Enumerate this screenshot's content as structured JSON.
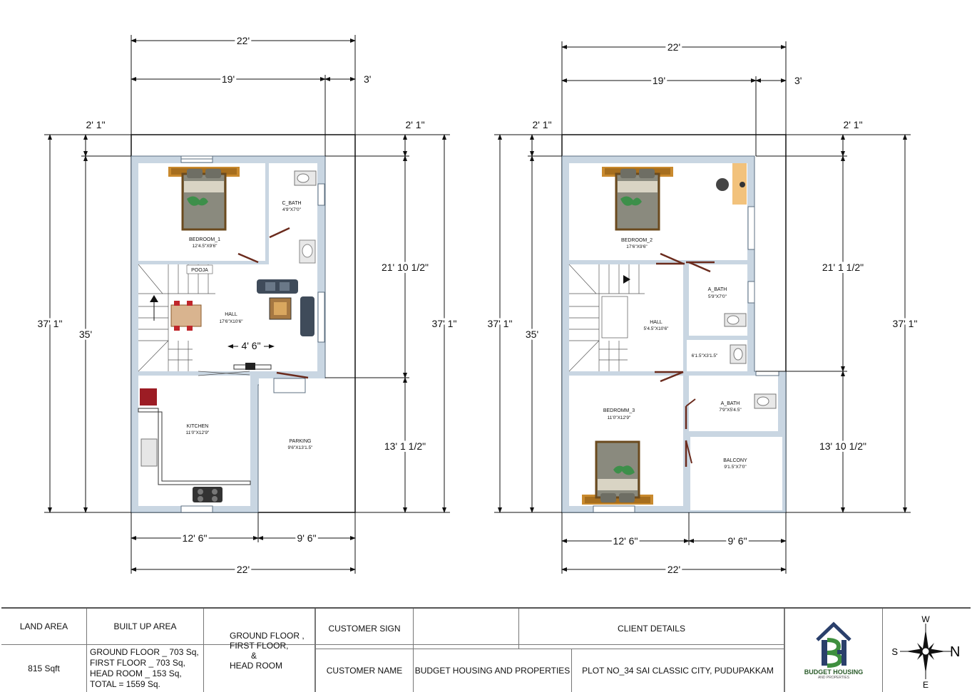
{
  "plans": [
    {
      "key": "ground",
      "dims": {
        "top_total": "22'",
        "top_left": "19'",
        "top_right": "3'",
        "left_upper": "2' 1\"",
        "right_upper": "2' 1\"",
        "left_outer": "37' 1\"",
        "left_inner": "35'",
        "right_outer": "37' 1\"",
        "right_mid1": "21' 10 1/2\"",
        "right_mid2": "13' 1 1/2\"",
        "bottom_left": "12' 6\"",
        "bottom_right": "9' 6\"",
        "bottom_total": "22'",
        "inner_opening": "4' 6\""
      },
      "rooms": [
        {
          "name": "BEDROOM_1",
          "size": "12'4.5\"X9'6\""
        },
        {
          "name": "C_BATH",
          "size": "4'9\"X7'0\""
        },
        {
          "name": "POOJA",
          "size": ""
        },
        {
          "name": "HALL",
          "size": "17'6\"X10'6\""
        },
        {
          "name": "KITCHEN",
          "size": "11'0\"X12'9\""
        },
        {
          "name": "PARKING",
          "size": "9'6\"X13'1.5\""
        }
      ]
    },
    {
      "key": "first",
      "dims": {
        "top_total": "22'",
        "top_left": "19'",
        "top_right": "3'",
        "left_upper": "2' 1\"",
        "right_upper": "2' 1\"",
        "left_outer": "37' 1\"",
        "left_inner": "35'",
        "right_outer": "37' 1\"",
        "right_mid1": "21' 1 1/2\"",
        "right_mid2": "13' 10 1/2\"",
        "bottom_left": "12' 6\"",
        "bottom_right": "9' 6\"",
        "bottom_total": "22'"
      },
      "rooms": [
        {
          "name": "BEDROOM_2",
          "size": "17'6\"X9'6\""
        },
        {
          "name": "A_BATH",
          "size": "5'9\"X7'0\""
        },
        {
          "name": "HALL",
          "size": "5'4.5\"X10'6\""
        },
        {
          "name": "",
          "size": "6'1.5\"X3'1.5\""
        },
        {
          "name": "BEDROMM_3",
          "size": "11'0\"X12'9\""
        },
        {
          "name": "A_BATH",
          "size": "7'9\"X5'4.5\""
        },
        {
          "name": "BALCONY",
          "size": "9'1.5\"X7'0\""
        }
      ]
    }
  ],
  "title_block": {
    "land_area_label": "LAND AREA",
    "land_area_value": "815 Sqft",
    "built_up_label": "BUILT UP AREA",
    "built_up_lines": [
      "GROUND FLOOR _ 703 Sq,",
      "FIRST FLOOR    _ 703 Sq,",
      "HEAD ROOM      _ 153 Sq,",
      "TOTAL             = 1559 Sq."
    ],
    "floors_lines": [
      "GROUND FLOOR ,",
      "FIRST FLOOR,",
      "&",
      "HEAD ROOM"
    ],
    "customer_sign_label": "CUSTOMER SIGN",
    "customer_name_label": "CUSTOMER NAME",
    "customer_name_value": "BUDGET HOUSING AND PROPERTIES",
    "client_details_label": "CLIENT DETAILS",
    "client_details_value": "PLOT NO_34   SAI CLASSIC CITY, PUDUPAKKAM",
    "logo_text": "BUDGET HOUSING",
    "logo_subtext": "AND PROPERTIES",
    "compass": {
      "w": "W",
      "s": "S",
      "n": "N",
      "e": "E"
    }
  },
  "colors": {
    "wall": "#c9d6e2",
    "wall_edge": "#5c6f80",
    "door": "#6b2b1d",
    "outline": "#111111"
  }
}
